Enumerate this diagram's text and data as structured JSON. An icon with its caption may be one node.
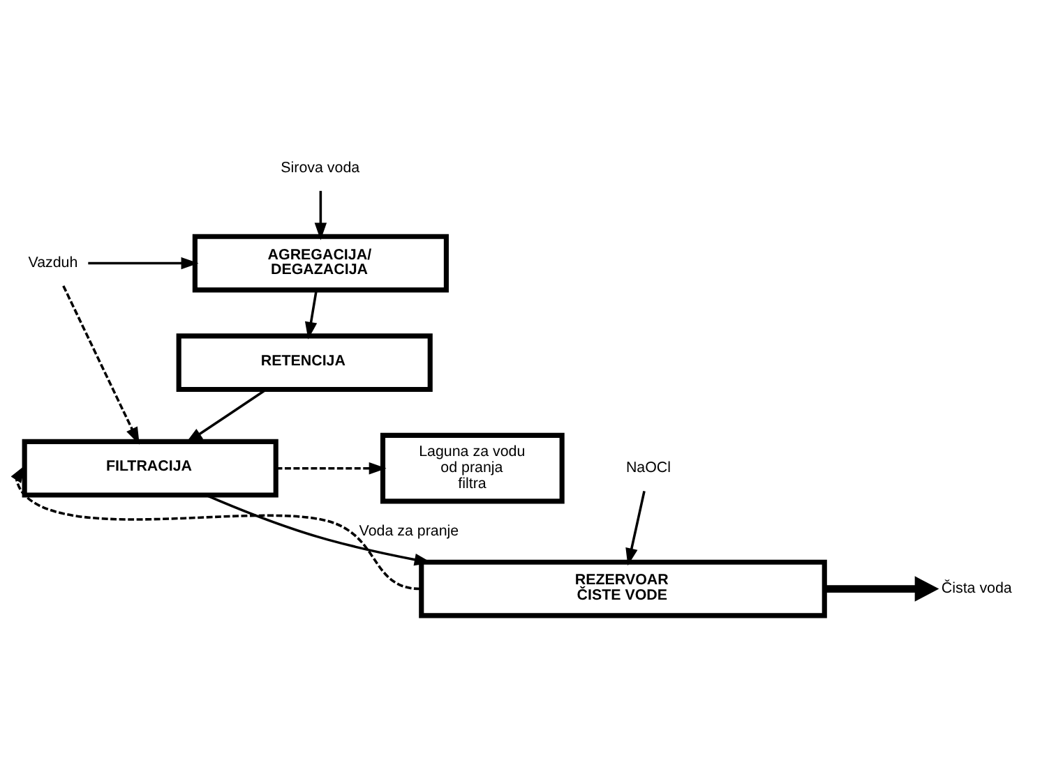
{
  "diagram": {
    "nodes": [
      {
        "text": [
          "Sirova voda"
        ]
      },
      {
        "text": [
          "Vazduh"
        ]
      },
      {
        "text": [
          "AGREGACIJA/ DEGAZACIJA"
        ]
      },
      {
        "text": [
          "RETENCIJA"
        ]
      },
      {
        "text": [
          "FILTRACIJA"
        ]
      },
      {
        "text": [
          "Laguna za vodu od pranja filtra"
        ]
      },
      {
        "text": [
          "NaOCl"
        ]
      },
      {
        "text": [
          "REZERVOAR ČISTE VODE"
        ]
      },
      {
        "text": [
          "Čista voda"
        ]
      }
    ],
    "edges": [
      {
        "from": 0,
        "to": 2,
        "arrow": "to"
      },
      {
        "from": 1,
        "to": 2,
        "arrow": "to"
      },
      {
        "from": 1,
        "to": 4,
        "arrow": "to",
        "style": "dashed"
      },
      {
        "from": 2,
        "to": 3,
        "arrow": "to"
      },
      {
        "from": 3,
        "to": 4,
        "arrow": "to"
      },
      {
        "from": 4,
        "to": 5,
        "arrow": "to",
        "style": "dashed"
      },
      {
        "from": 4,
        "to": 7,
        "arrow": "to"
      },
      {
        "from": 6,
        "to": 7,
        "arrow": "to"
      },
      {
        "from": 7,
        "to": 4,
        "arrow": "to",
        "style": "dashed",
        "label": "Voda za pranje"
      },
      {
        "from": 7,
        "to": 8,
        "arrow": "to",
        "style": "thick"
      }
    ]
  }
}
